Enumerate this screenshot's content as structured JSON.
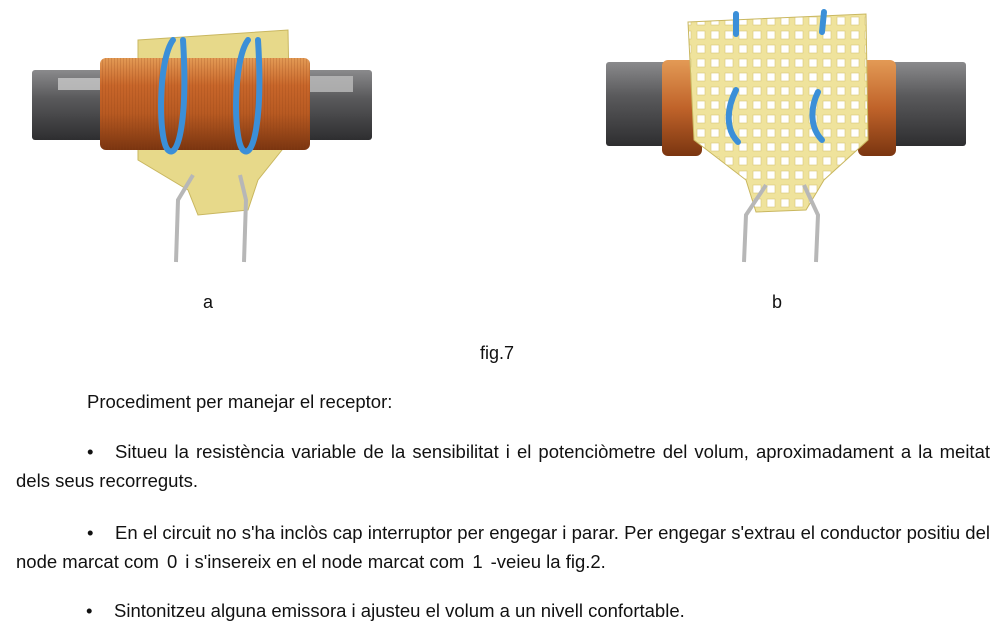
{
  "figure": {
    "label_a": "a",
    "label_b": "b",
    "caption": "fig.7"
  },
  "text": {
    "intro": "Procediment per manejar el receptor:",
    "bullet": "•",
    "item1": "Situeu la resistència variable de la sensibilitat i el potenciòmetre del volum, aproximadament a la meitat dels seus recorreguts.",
    "item2_a": "En el circuit no s'ha inclòs cap interruptor per engegar i parar. Per engegar s'extrau el conductor positiu del node marcat com",
    "item2_n0": "0",
    "item2_b": "i s'insereix en el node marcat com",
    "item2_n1": "1",
    "item2_c": "-veieu la fig.2.",
    "item3": "Sintonitzeu alguna emissora i ajusteu el volum a un nivell confortable."
  }
}
